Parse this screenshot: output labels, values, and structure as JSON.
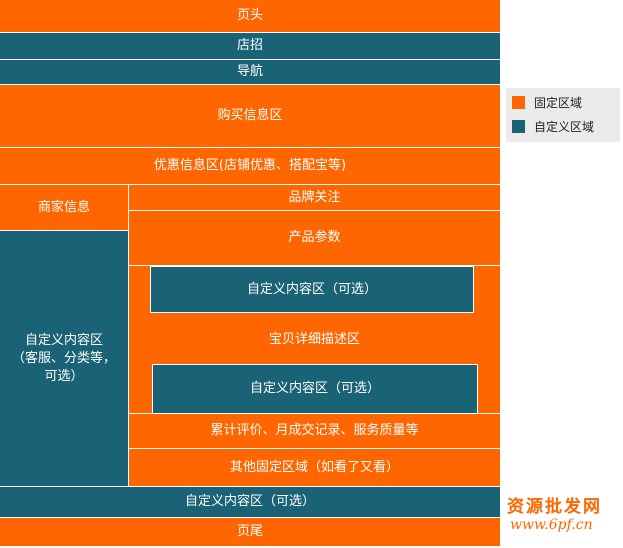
{
  "blocks": {
    "header": "页头",
    "shop_sign": "店招",
    "navigation": "导航",
    "purchase_info": "购买信息区",
    "promotion_info": "优惠信息区(店铺优惠、搭配宝等)",
    "merchant_info": "商家信息",
    "brand_follow": "品牌关注",
    "product_params": "产品参数",
    "custom_sidebar": "自定义内容区\n（客服、分类等，\n可选）",
    "custom_optional_1": "自定义内容区（可选）",
    "item_detail": "宝贝详细描述区",
    "custom_optional_2": "自定义内容区（可选）",
    "reviews_stats": "累计评价、月成交记录、服务质量等",
    "other_fixed": "其他固定区域（如看了又看）",
    "custom_optional_bottom": "自定义内容区（可选）",
    "footer": "页尾"
  },
  "legend": {
    "fixed_label": "固定区域",
    "custom_label": "自定义区域"
  },
  "colors": {
    "fixed": "#ff6600",
    "custom": "#1a6275"
  },
  "watermark": {
    "line1": "资源批发网",
    "line2": "www.6pf.cn"
  }
}
